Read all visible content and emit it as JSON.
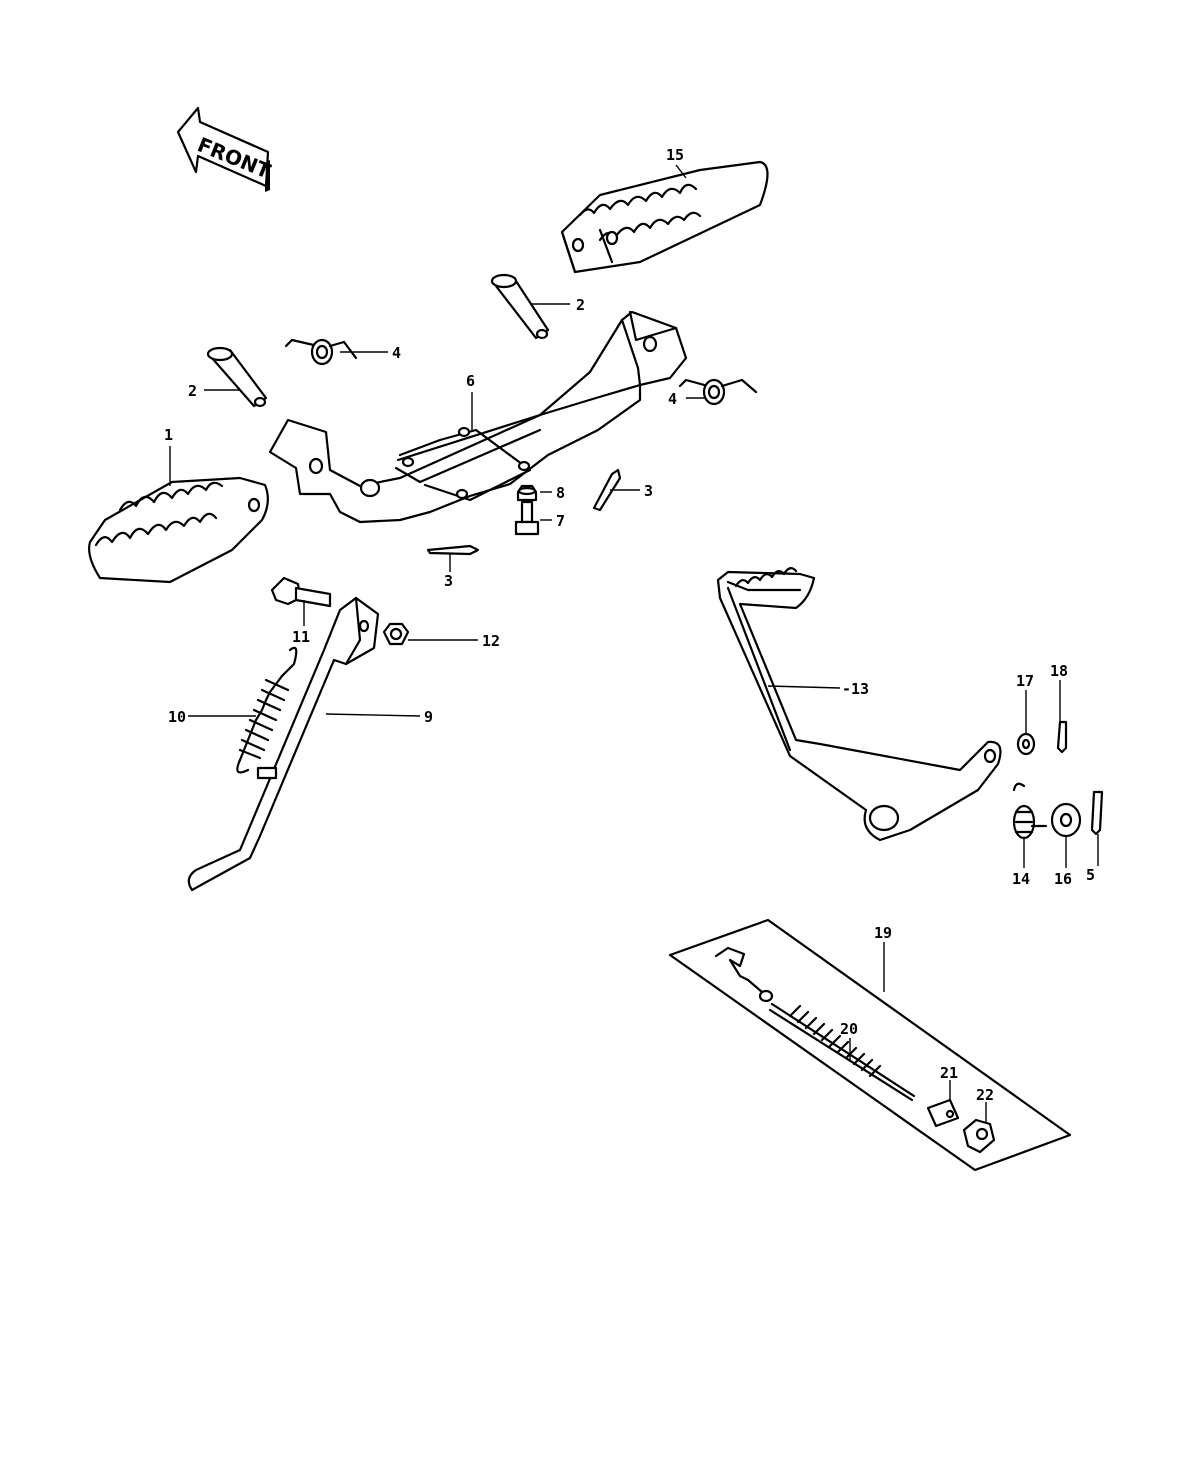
{
  "front_arrow": {
    "label": "FRONT"
  },
  "callouts": [
    {
      "id": "c1",
      "label": "1"
    },
    {
      "id": "c2a",
      "label": "2"
    },
    {
      "id": "c2b",
      "label": "2"
    },
    {
      "id": "c3a",
      "label": "3"
    },
    {
      "id": "c3b",
      "label": "3"
    },
    {
      "id": "c4a",
      "label": "4"
    },
    {
      "id": "c4b",
      "label": "4"
    },
    {
      "id": "c5",
      "label": "5"
    },
    {
      "id": "c6",
      "label": "6"
    },
    {
      "id": "c7",
      "label": "7"
    },
    {
      "id": "c8",
      "label": "8"
    },
    {
      "id": "c9",
      "label": "9"
    },
    {
      "id": "c10",
      "label": "10"
    },
    {
      "id": "c11",
      "label": "11"
    },
    {
      "id": "c12",
      "label": "12"
    },
    {
      "id": "c13",
      "label": "-13"
    },
    {
      "id": "c14",
      "label": "14"
    },
    {
      "id": "c15",
      "label": "15"
    },
    {
      "id": "c16",
      "label": "16"
    },
    {
      "id": "c17",
      "label": "17"
    },
    {
      "id": "c18",
      "label": "18"
    },
    {
      "id": "c19",
      "label": "19"
    },
    {
      "id": "c20",
      "label": "20"
    },
    {
      "id": "c21",
      "label": "21"
    },
    {
      "id": "c22",
      "label": "22"
    }
  ]
}
